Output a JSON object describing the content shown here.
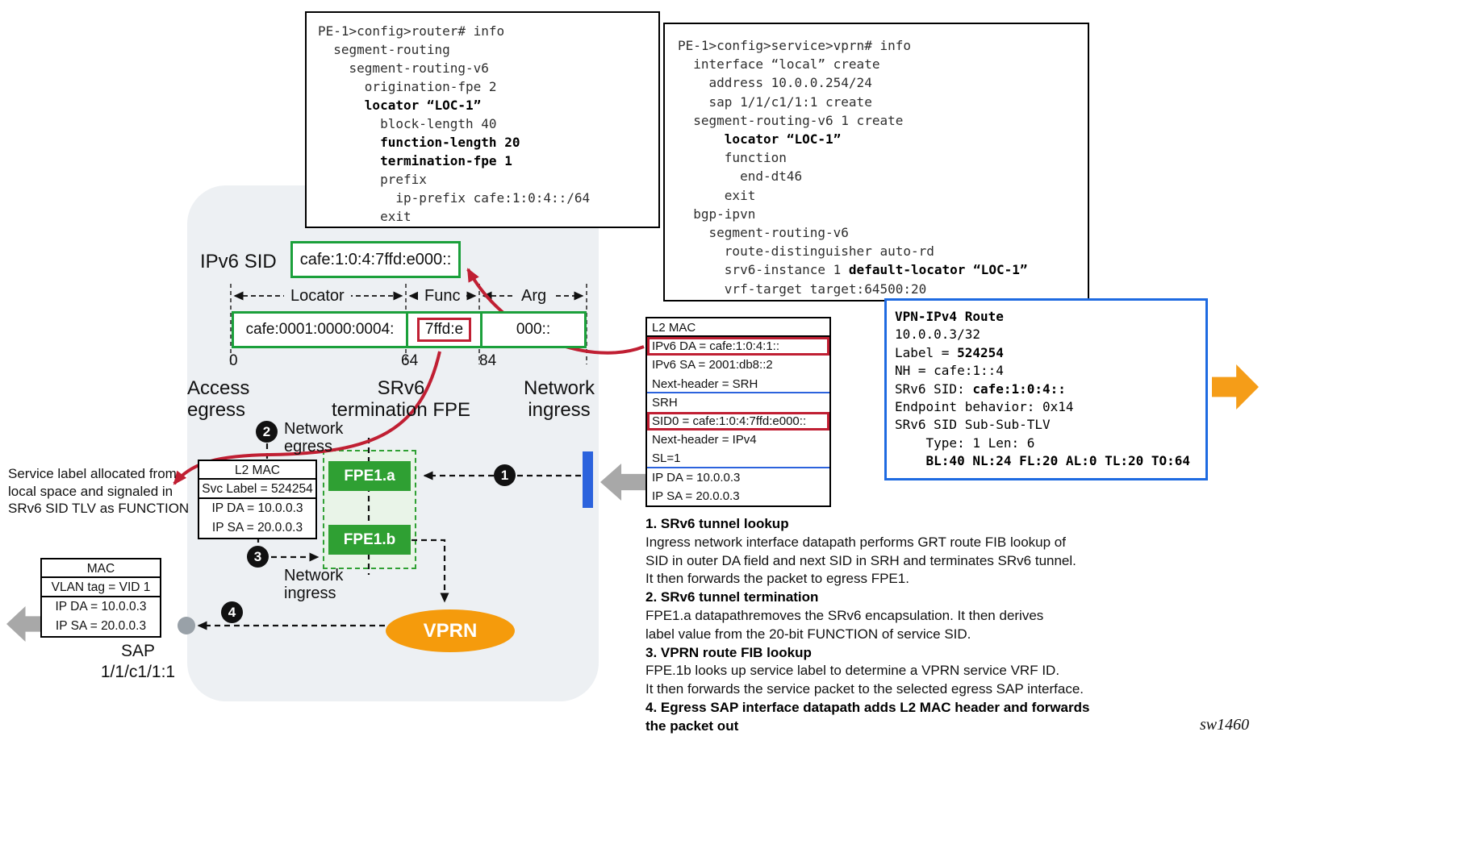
{
  "colors": {
    "green": "#1ba03b",
    "red": "#c01f33",
    "blue_separator": "#2c63dd",
    "route_box_border": "#1e6ae1",
    "orange": "#f59d18",
    "gray_arrow": "#a8a8a8",
    "container_gray": "#edf0f3"
  },
  "code_router": {
    "lines": [
      [
        {
          "t": "PE-1>config>router# info"
        }
      ],
      [
        {
          "t": "  segment-routing"
        }
      ],
      [
        {
          "t": "    segment-routing-v6"
        }
      ],
      [
        {
          "t": "      origination-fpe 2"
        }
      ],
      [
        {
          "t": "      "
        },
        {
          "t": "locator “LOC-1”",
          "b": true
        }
      ],
      [
        {
          "t": "        block-length 40"
        }
      ],
      [
        {
          "t": "        "
        },
        {
          "t": "function-length 20",
          "b": true
        }
      ],
      [
        {
          "t": "        "
        },
        {
          "t": "termination-fpe 1",
          "b": true
        }
      ],
      [
        {
          "t": "        prefix"
        }
      ],
      [
        {
          "t": "          ip-prefix cafe:1:0:4::/64"
        }
      ],
      [
        {
          "t": "        exit"
        }
      ]
    ]
  },
  "code_vprn": {
    "lines": [
      [
        {
          "t": "PE-1>config>service>vprn# info"
        }
      ],
      [
        {
          "t": "  interface “local” create"
        }
      ],
      [
        {
          "t": "    address 10.0.0.254/24"
        }
      ],
      [
        {
          "t": "    sap 1/1/c1/1:1 create"
        }
      ],
      [
        {
          "t": "  segment-routing-v6 1 create"
        }
      ],
      [
        {
          "t": "      "
        },
        {
          "t": "locator “LOC-1”",
          "b": true
        }
      ],
      [
        {
          "t": "      function"
        }
      ],
      [
        {
          "t": "        end-dt46"
        }
      ],
      [
        {
          "t": "      exit"
        }
      ],
      [
        {
          "t": "  bgp-ipvn"
        }
      ],
      [
        {
          "t": "    segment-routing-v6"
        }
      ],
      [
        {
          "t": "      route-distinguisher auto-rd"
        }
      ],
      [
        {
          "t": "      srv6-instance 1 "
        },
        {
          "t": "default-locator “LOC-1”",
          "b": true
        }
      ],
      [
        {
          "t": "      vrf-target target:64500:20"
        }
      ]
    ]
  },
  "sid": {
    "label": "IPv6 SID",
    "value": "cafe:1:0:4:7ffd:e000::",
    "fields": {
      "locator": {
        "label": "Locator",
        "value": "cafe:0001:0000:0004:"
      },
      "func": {
        "label": "Func",
        "value": "7ffd:e"
      },
      "arg": {
        "label": "Arg",
        "value": "000::"
      }
    },
    "bits": [
      "0",
      "64",
      "84"
    ]
  },
  "zones": {
    "access_egress": [
      "Access",
      "egress"
    ],
    "srv6_fpe": [
      "SRv6",
      "termination FPE"
    ],
    "network_ingress_top": [
      "Network",
      "ingress"
    ],
    "network_egress": [
      "Network",
      "egress"
    ],
    "network_ingress_bottom": [
      "Network",
      "ingress"
    ]
  },
  "badges": {
    "b1": "1",
    "b2": "2",
    "b3": "3",
    "b4": "4"
  },
  "fpe": {
    "a": "FPE1.a",
    "b": "FPE1.b"
  },
  "vprn_label": "VPRN",
  "sap": {
    "lines": [
      "SAP",
      "1/1/c1/1:1"
    ]
  },
  "svc_box": {
    "header": "L2 MAC",
    "rows": [
      "Svc Label = 524254",
      "IP DA = 10.0.0.3",
      "IP SA = 20.0.0.3"
    ]
  },
  "mac_box": {
    "header": "MAC",
    "rows": [
      "VLAN tag = VID 1",
      "IP DA = 10.0.0.3",
      "IP SA = 20.0.0.3"
    ]
  },
  "side_note": {
    "lines": [
      "Service label allocated from",
      "local space and signaled in",
      "SRv6 SID TLV as FUNCTION"
    ]
  },
  "packet": {
    "rows": [
      {
        "t": "L2 MAC"
      },
      {
        "t": "IPv6 DA = cafe:1:0:4:1::",
        "hl": true
      },
      {
        "t": "IPv6 SA = 2001:db8::2"
      },
      {
        "t": "Next-header = SRH",
        "sep": true
      },
      {
        "t": "SRH"
      },
      {
        "t": "SID0 = cafe:1:0:4:7ffd:e000::",
        "hl": true
      },
      {
        "t": "Next-header = IPv4"
      },
      {
        "t": "SL=1",
        "sep": true
      },
      {
        "t": "IP DA = 10.0.0.3"
      },
      {
        "t": "IP SA = 20.0.0.3"
      }
    ]
  },
  "route_box": {
    "lines": [
      [
        {
          "t": "VPN-IPv4 Route",
          "b": true
        }
      ],
      [
        {
          "t": "10.0.0.3/32"
        }
      ],
      [
        {
          "t": "Label = "
        },
        {
          "t": "524254",
          "b": true
        }
      ],
      [
        {
          "t": "NH = cafe:1::4"
        }
      ],
      [
        {
          "t": "SRv6 SID: "
        },
        {
          "t": "cafe:1:0:4::",
          "b": true
        }
      ],
      [
        {
          "t": "Endpoint behavior: 0x14"
        }
      ],
      [
        {
          "t": "SRv6 SID Sub-Sub-TLV"
        }
      ],
      [
        {
          "t": "    Type: 1 Len: 6"
        }
      ],
      [
        {
          "t": "    "
        },
        {
          "t": "BL:40 NL:24 FL:20 AL:0 TL:20 TO:64",
          "b": true
        }
      ]
    ]
  },
  "steps": {
    "lines": [
      {
        "t": "1. SRv6 tunnel lookup",
        "b": true
      },
      {
        "t": "Ingress network interface datapath performs GRT route FIB lookup of"
      },
      {
        "t": "SID in outer DA field and next SID in SRH and terminates SRv6 tunnel."
      },
      {
        "t": "It then forwards the packet to egress FPE1."
      },
      {
        "t": "2. SRv6 tunnel termination",
        "b": true
      },
      {
        "t": "FPE1.a datapathremoves the SRv6 encapsulation. It then derives"
      },
      {
        "t": "label value from the 20-bit FUNCTION of service SID."
      },
      {
        "t": "3. VPRN route FIB lookup",
        "b": true
      },
      {
        "t": "FPE.1b looks up service label to determine a VPRN service VRF ID."
      },
      {
        "t": "It then forwards the service packet to the selected egress SAP interface."
      },
      {
        "t": "4. Egress SAP interface datapath adds L2 MAC header and forwards",
        "b": true
      },
      {
        "t": "the packet out",
        "b": true
      }
    ]
  },
  "watermark": "sw1460"
}
